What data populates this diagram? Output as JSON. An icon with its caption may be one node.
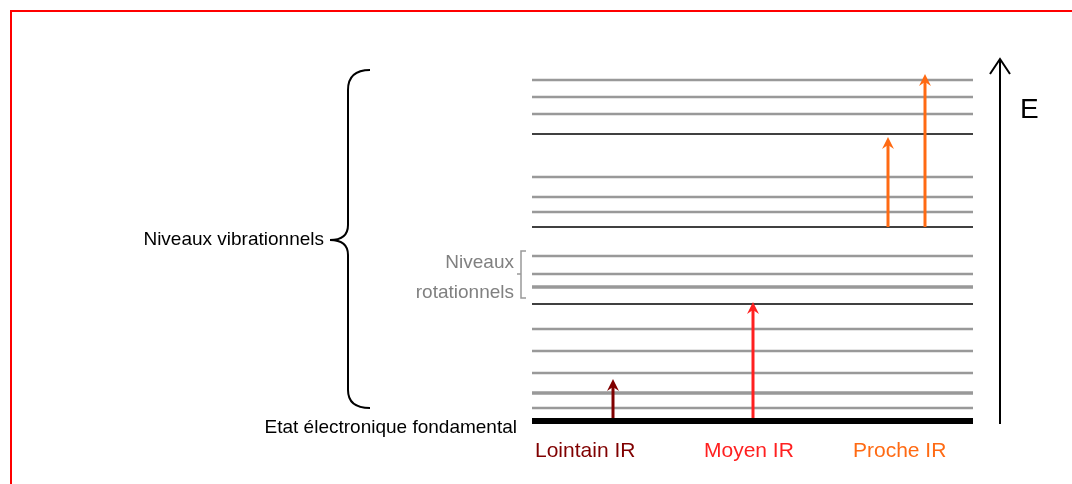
{
  "diagram": {
    "labels": [
      "E",
      "Niveaux vibrationnels",
      "Niveaux rotationnels",
      "Etat électronique fondamental",
      "Lointain IR",
      "Moyen IR",
      "Proche IR"
    ]
  }
}
